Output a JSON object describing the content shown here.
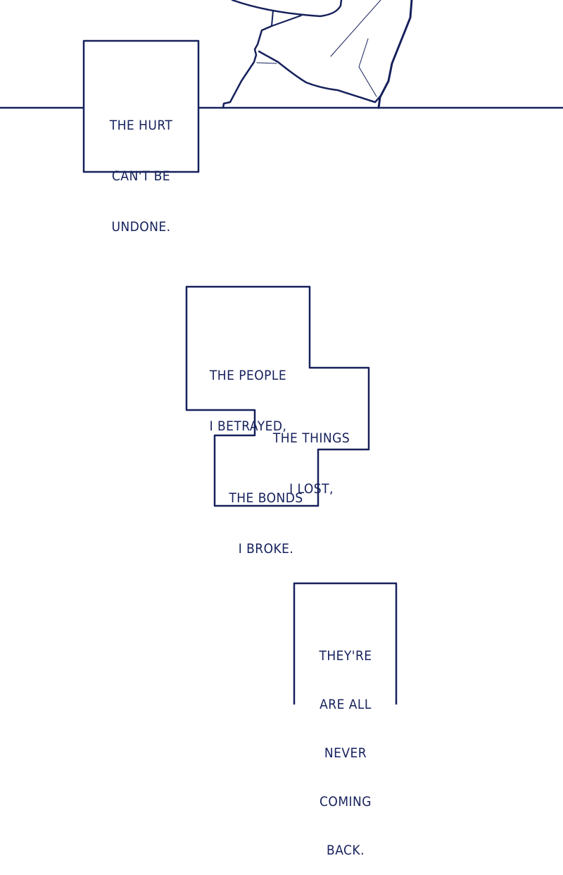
{
  "colors": {
    "ink": "#16215c",
    "background": "#ffffff"
  },
  "captions": {
    "first": [
      "THE HURT",
      "CAN'T BE",
      "UNDONE."
    ],
    "second_a": [
      "THE PEOPLE",
      "I BETRAYED,"
    ],
    "second_b": [
      "THE THINGS",
      "I LOST,"
    ],
    "second_c": [
      "THE BONDS",
      "I BROKE."
    ],
    "third": [
      "THEY'RE",
      "ARE ALL",
      "NEVER",
      "COMING",
      "BACK."
    ]
  }
}
